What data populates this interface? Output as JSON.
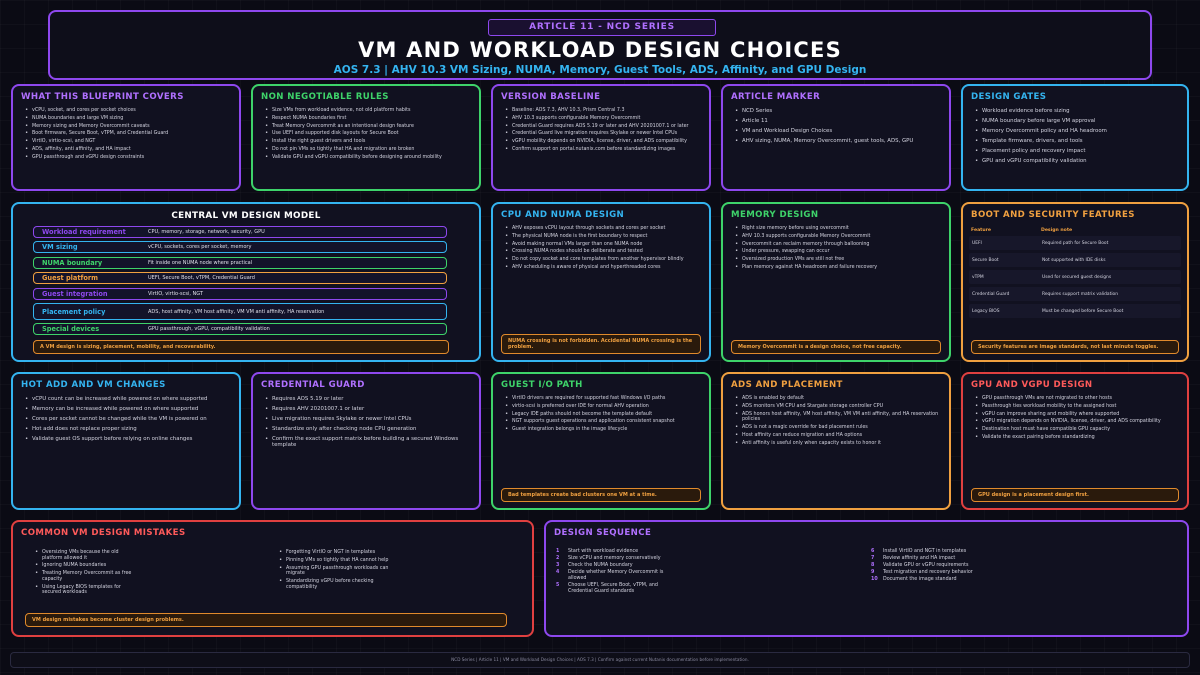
{
  "header": {
    "series": "ARTICLE 11 - NCD SERIES",
    "title": "VM AND WORKLOAD DESIGN CHOICES",
    "subtitle": "AOS 7.3 | AHV 10.3 VM Sizing, NUMA, Memory, Guest Tools, ADS, Affinity, and GPU Design"
  },
  "colors": {
    "purple": "#8e48ee",
    "green": "#3ed36a",
    "orange": "#f0a040",
    "blue": "#34b4f0",
    "red": "#e04040"
  },
  "blueprint": {
    "title": "WHAT THIS BLUEPRINT COVERS",
    "items": [
      "vCPU, socket, and cores per socket choices",
      "NUMA boundaries and large VM sizing",
      "Memory sizing and Memory Overcommit caveats",
      "Boot firmware, Secure Boot, vTPM, and Credential Guard",
      "VirtIO, virtio-scsi, and NGT",
      "ADS, affinity, anti affinity, and HA impact",
      "GPU passthrough and vGPU design constraints"
    ]
  },
  "rules": {
    "title": "NON NEGOTIABLE RULES",
    "items": [
      "Size VMs from workload evidence, not old platform habits",
      "Respect NUMA boundaries first",
      "Treat Memory Overcommit as an intentional design feature",
      "Use UEFI and supported disk layouts for Secure Boot",
      "Install the right guest drivers and tools",
      "Do not pin VMs so tightly that HA and migration are broken",
      "Validate GPU and vGPU compatibility before designing around mobility"
    ]
  },
  "baseline": {
    "title": "VERSION BASELINE",
    "items": [
      "Baseline: AOS 7.3, AHV 10.3, Prism Central 7.3",
      "AHV 10.3 supports configurable Memory Overcommit",
      "Credential Guard requires AOS 5.19 or later and AHV 20201007.1 or later",
      "Credential Guard live migration requires Skylake or newer Intel CPUs",
      "vGPU mobility depends on NVIDIA, license, driver, and ADS compatibility",
      "Confirm support on portal.nutanix.com before standardizing images"
    ]
  },
  "marker": {
    "title": "ARTICLE MARKER",
    "items": [
      "NCD Series",
      "Article 11",
      "VM and Workload Design Choices",
      "AHV sizing, NUMA, Memory Overcommit, guest tools, ADS, GPU"
    ]
  },
  "gates": {
    "title": "DESIGN GATES",
    "items": [
      "Workload evidence before sizing",
      "NUMA boundary before large VM approval",
      "Memory Overcommit policy and HA headroom",
      "Template firmware, drivers, and tools",
      "Placement policy and recovery impact",
      "GPU and vGPU compatibility validation"
    ]
  },
  "central": {
    "title": "CENTRAL VM DESIGN MODEL",
    "rows": [
      {
        "label": "Workload requirement",
        "value": "CPU, memory, storage, network, security, GPU",
        "color": "#8e48ee"
      },
      {
        "label": "VM sizing",
        "value": "vCPU, sockets, cores per socket, memory",
        "color": "#34b4f0"
      },
      {
        "label": "NUMA boundary",
        "value": "Fit inside one NUMA node where practical",
        "color": "#3ed36a"
      },
      {
        "label": "Guest platform",
        "value": "UEFI, Secure Boot, vTPM, Credential Guard",
        "color": "#f0a040"
      },
      {
        "label": "Guest integration",
        "value": "VirtIO, virtio-scsi, NGT",
        "color": "#8e48ee"
      },
      {
        "label": "Placement policy",
        "value": "ADS, host affinity, VM host affinity, VM VM anti affinity, HA reservation",
        "color": "#34b4f0"
      },
      {
        "label": "Special devices",
        "value": "GPU passthrough, vGPU, compatibility validation",
        "color": "#3ed36a"
      }
    ],
    "footer": "A VM design is sizing, placement, mobility, and recoverability."
  },
  "cpu": {
    "title": "CPU AND NUMA DESIGN",
    "items": [
      "AHV exposes vCPU layout through sockets and cores per socket",
      "The physical NUMA node is the first boundary to respect",
      "Avoid making normal VMs larger than one NUMA node",
      "Crossing NUMA nodes should be deliberate and tested",
      "Do not copy socket and core templates from another hypervisor blindly",
      "AHV scheduling is aware of physical and hyperthreaded cores"
    ],
    "footer": "NUMA crossing is not forbidden. Accidental NUMA crossing is the problem."
  },
  "memory": {
    "title": "MEMORY DESIGN",
    "items": [
      "Right size memory before using overcommit",
      "AHV 10.3 supports configurable Memory Overcommit",
      "Overcommit can reclaim memory through ballooning",
      "Under pressure, swapping can occur",
      "Oversized production VMs are still not free",
      "Plan memory against HA headroom and failure recovery"
    ],
    "footer": "Memory Overcommit is a design choice, not free capacity."
  },
  "boot": {
    "title": "BOOT AND SECURITY FEATURES",
    "col_feature": "Feature",
    "col_note": "Design note",
    "rows": [
      {
        "feature": "UEFI",
        "note": "Required path for Secure Boot"
      },
      {
        "feature": "Secure Boot",
        "note": "Not supported with IDE disks"
      },
      {
        "feature": "vTPM",
        "note": "Used for secured guest designs"
      },
      {
        "feature": "Credential Guard",
        "note": "Requires support matrix validation"
      },
      {
        "feature": "Legacy BIOS",
        "note": "Must be changed before Secure Boot"
      }
    ],
    "footer": "Security features are image standards, not last minute toggles."
  },
  "hotadd": {
    "title": "HOT ADD AND VM CHANGES",
    "items": [
      "vCPU count can be increased while powered on where supported",
      "Memory can be increased while powered on where supported",
      "Cores per socket cannot be changed while the VM is powered on",
      "Hot add does not replace proper sizing",
      "Validate guest OS support before relying on online changes"
    ]
  },
  "credguard": {
    "title": "CREDENTIAL GUARD",
    "items": [
      "Requires AOS 5.19 or later",
      "Requires AHV 20201007.1 or later",
      "Live migration requires Skylake or newer Intel CPUs",
      "Standardize only after checking node CPU generation",
      "Confirm the exact support matrix before building a secured Windows template"
    ]
  },
  "guestio": {
    "title": "GUEST I/O PATH",
    "items": [
      "VirtIO drivers are required for supported fast Windows I/O paths",
      "virtio-scsi is preferred over IDE for normal AHV operation",
      "Legacy IDE paths should not become the template default",
      "NGT supports guest operations and application consistent snapshot",
      "Guest integration belongs in the image lifecycle"
    ],
    "footer": "Bad templates create bad clusters one VM at a time."
  },
  "ads": {
    "title": "ADS AND PLACEMENT",
    "items": [
      "ADS is enabled by default",
      "ADS monitors VM CPU and Stargate storage controller CPU",
      "ADS honors host affinity, VM host affinity, VM VM anti affinity, and HA reservation policies",
      "ADS is not a magic override for bad placement rules",
      "Host affinity can reduce migration and HA options",
      "Anti affinity is useful only when capacity exists to honor it"
    ]
  },
  "gpu": {
    "title": "GPU AND VGPU DESIGN",
    "items": [
      "GPU passthrough VMs are not migrated to other hosts",
      "Passthrough ties workload mobility to the assigned host",
      "vGPU can improve sharing and mobility where supported",
      "vGPU migration depends on NVIDIA, license, driver, and ADS compatibility",
      "Destination host must have compatible GPU capacity",
      "Validate the exact pairing before standardizing"
    ],
    "footer": "GPU design is a placement design first."
  },
  "mistakes": {
    "title": "COMMON VM DESIGN MISTAKES",
    "left": [
      "Oversizing VMs because the old platform allowed it",
      "Ignoring NUMA boundaries",
      "Treating Memory Overcommit as free capacity",
      "Using Legacy BIOS templates for secured workloads"
    ],
    "right": [
      "Forgetting VirtIO or NGT in templates",
      "Pinning VMs so tightly that HA cannot help",
      "Assuming GPU passthrough workloads can migrate",
      "Standardizing vGPU before checking compatibility"
    ],
    "footer": "VM design mistakes become cluster design problems."
  },
  "sequence": {
    "title": "DESIGN SEQUENCE",
    "left": [
      {
        "n": "1",
        "t": "Start with workload evidence"
      },
      {
        "n": "2",
        "t": "Size vCPU and memory conservatively"
      },
      {
        "n": "3",
        "t": "Check the NUMA boundary"
      },
      {
        "n": "4",
        "t": "Decide whether Memory Overcommit is allowed"
      },
      {
        "n": "5",
        "t": "Choose UEFI, Secure Boot, vTPM, and Credential Guard standards"
      }
    ],
    "right": [
      {
        "n": "6",
        "t": "Install VirtIO and NGT in templates"
      },
      {
        "n": "7",
        "t": "Review affinity and HA impact"
      },
      {
        "n": "8",
        "t": "Validate GPU or vGPU requirements"
      },
      {
        "n": "9",
        "t": "Test migration and recovery behavior"
      },
      {
        "n": "10",
        "t": "Document the image standard"
      }
    ]
  },
  "footer": "NCD Series | Article 11 | VM and Workload Design Choices | AOS 7.3 | Confirm against current Nutanix documentation before implementation."
}
